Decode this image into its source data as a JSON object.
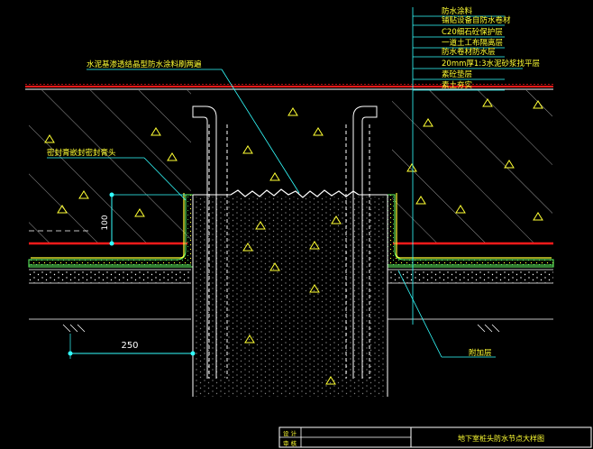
{
  "colors": {
    "background": "#000000",
    "red": "#ff1a1a",
    "white": "#ffffff",
    "yellow": "#ffff33",
    "cyan": "#33ffff",
    "green": "#66ff66"
  },
  "labels": {
    "top_note": "水泥基渗透结晶型防水涂料刷两遍",
    "left_note": "密封膏嵌封密封膏头",
    "dim_100": "100",
    "dim_250": "250",
    "bottom_right_note": "附加层"
  },
  "legend": [
    "防水涂料",
    "铺贴设备自防水卷材",
    "C20细石砼保护层",
    "一道土工布隔离层",
    "防水卷材防水层",
    "20mm厚1:3水泥砂浆找平层",
    "素砼垫层",
    "素土夯实"
  ],
  "title_block": {
    "row1": "设 计",
    "row2": "审 核",
    "title": "地下室桩头防水节点大样图"
  }
}
